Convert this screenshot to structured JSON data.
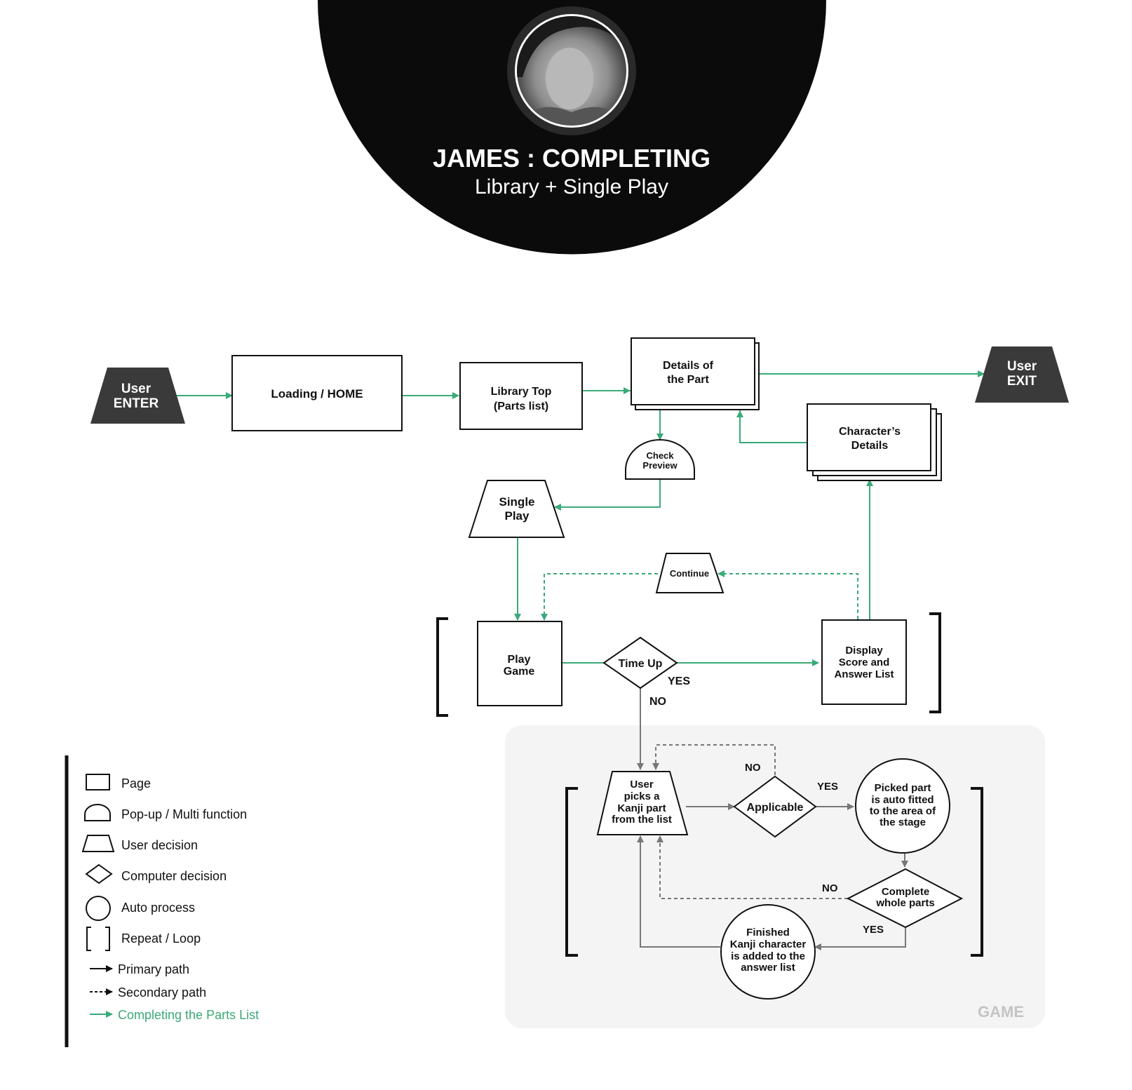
{
  "header": {
    "title": "JAMES : COMPLETING",
    "subtitle": "Library + Single Play",
    "avatar_description": "black-and-white portrait photo of James"
  },
  "colors": {
    "primary_path": "#111111",
    "secondary_path": "#777777",
    "completing_path": "#3aaa78",
    "header_bg": "#0b0b0b",
    "game_panel_bg": "#f4f4f4",
    "terminal_fill": "#3a3a3a"
  },
  "nodes": {
    "user_enter": [
      "User",
      "ENTER"
    ],
    "loading_home": "Loading / HOME",
    "library_top": [
      "Library Top",
      "(Parts list)"
    ],
    "details_part": [
      "Details of",
      "the Part"
    ],
    "user_exit": [
      "User",
      "EXIT"
    ],
    "characters_details": [
      "Character’s",
      "Details"
    ],
    "check_preview": [
      "Check",
      "Preview"
    ],
    "single_play": [
      "Single",
      "Play"
    ],
    "continue": "Continue",
    "play_game": [
      "Play",
      "Game"
    ],
    "time_up": "Time Up",
    "display_score": [
      "Display",
      "Score and",
      "Answer List"
    ],
    "user_picks": [
      "User",
      "picks a",
      "Kanji part",
      "from the list"
    ],
    "applicable": "Applicable",
    "picked_part": [
      "Picked part",
      "is auto fitted",
      "to the area of",
      "the stage"
    ],
    "complete_whole": [
      "Complete",
      "whole parts"
    ],
    "finished_kanji": [
      "Finished",
      "Kanji character",
      "is added to the",
      "answer list"
    ],
    "game_panel_label": "GAME"
  },
  "edge_labels": {
    "time_up_yes": "YES",
    "time_up_no": "NO",
    "applicable_no": "NO",
    "applicable_yes": "YES",
    "complete_no": "NO",
    "complete_yes": "YES"
  },
  "legend": {
    "page": "Page",
    "popup": "Pop-up / Multi function",
    "user_decision": "User decision",
    "computer_decision": "Computer decision",
    "auto_process": "Auto process",
    "repeat_loop": "Repeat / Loop",
    "primary_path": "Primary path",
    "secondary_path": "Secondary path",
    "completing_path": "Completing the Parts List"
  }
}
